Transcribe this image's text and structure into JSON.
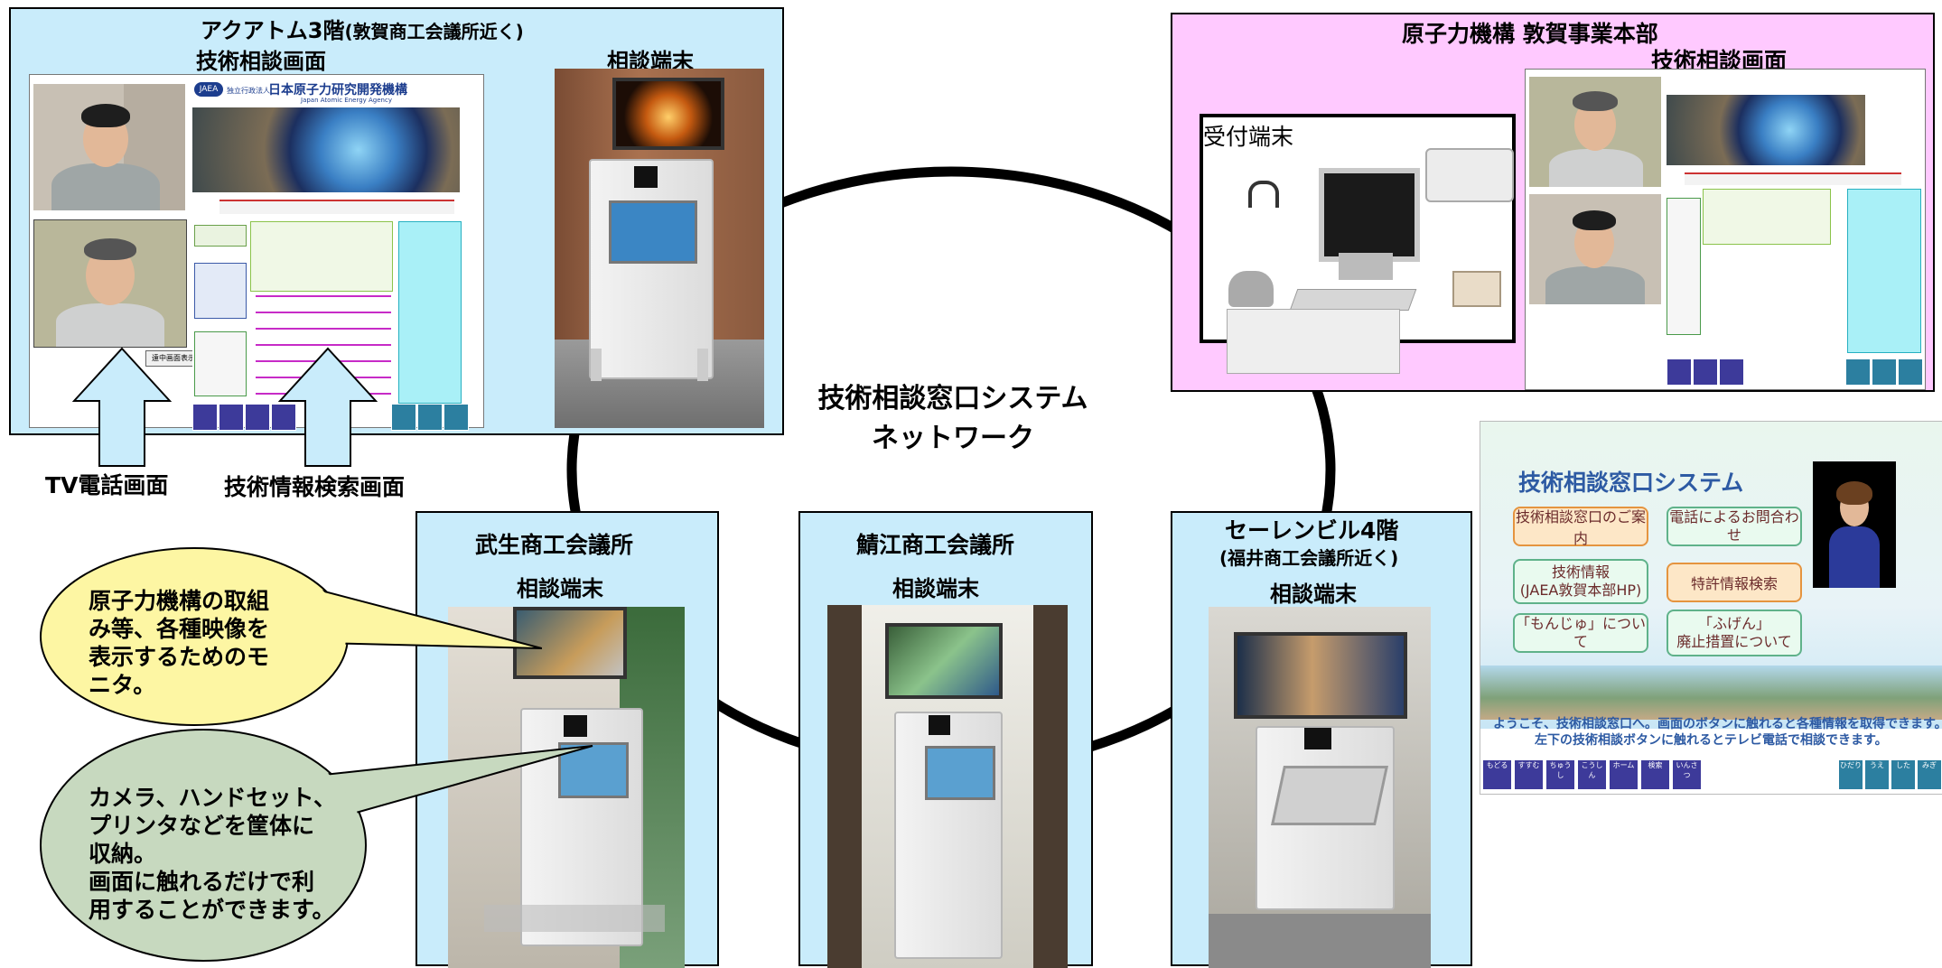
{
  "network": {
    "title_line1": "技術相談窓口システム",
    "title_line2": "ネットワーク"
  },
  "acatom": {
    "title": "アクアトム3階",
    "title_sub": "(敦賀商工会議所近く)",
    "subtitle": "技術相談画面",
    "terminal_label": "相談端末",
    "tv_label": "TV電話画面",
    "search_label": "技術情報検索画面",
    "web": {
      "org_prefix": "独立行政法人",
      "org_name": "日本原子力研究開発機構",
      "org_en": "Japan Atomic Energy Agency",
      "logo": "JAEA",
      "consult_button": "遠中画面表示"
    }
  },
  "tsuruga": {
    "title": "原子力機構 敦賀事業本部",
    "subtitle": "技術相談画面",
    "reception_label": "受付端末"
  },
  "takefu": {
    "title": "武生商工会議所",
    "terminal_label": "相談端末"
  },
  "sabae": {
    "title": "鯖江商工会議所",
    "terminal_label": "相談端末"
  },
  "seiren": {
    "title": "セーレンビル4階",
    "title_sub": "(福井商工会議所近く)",
    "terminal_label": "相談端末"
  },
  "callouts": {
    "monitor": "原子力機構の取組み等、各種映像を表示するためのモニタ。",
    "monitor_lines": [
      "原子力機構の取組",
      "み等、各種映像を",
      "表示するためのモ",
      "ニタ。"
    ],
    "camera_lines": [
      "カメラ、ハンドセット、",
      "プリンタなどを筐体に",
      "収納。",
      "画面に触れるだけで利",
      "用することができます。"
    ]
  },
  "menu_screen": {
    "title": "技術相談窓口システム",
    "buttons": {
      "guide": "技術相談窓口のご案内",
      "phone": "電話によるお問合わせ",
      "tech_info_line1": "技術情報",
      "tech_info_line2": "(JAEA敦賀本部HP)",
      "patent": "特許情報検索",
      "monju": "「もんじゅ」について",
      "fugen_line1": "「ふげん」",
      "fugen_line2": "廃止措置について"
    },
    "welcome_line1": "ようこそ、技術相談窓口へ。画面のボタンに触れると各種情報を取得できます。",
    "welcome_line2": "左下の技術相談ボタンに触れるとテレビ電話で相談できます。",
    "nav_left": [
      "もどる",
      "すすむ",
      "ちゅうし",
      "こうしん",
      "ホーム",
      "検索",
      "いんさつ"
    ],
    "nav_right": [
      "ひだり",
      "うえ",
      "した",
      "みぎ"
    ]
  },
  "colors": {
    "panel_blue": "#c9ecfb",
    "panel_pink": "#ffc9ff",
    "bubble_yellow": "#fdf6a3",
    "bubble_green": "#c7d9bf",
    "arrow_fill": "#c9ecfb",
    "ring": "#000000"
  }
}
